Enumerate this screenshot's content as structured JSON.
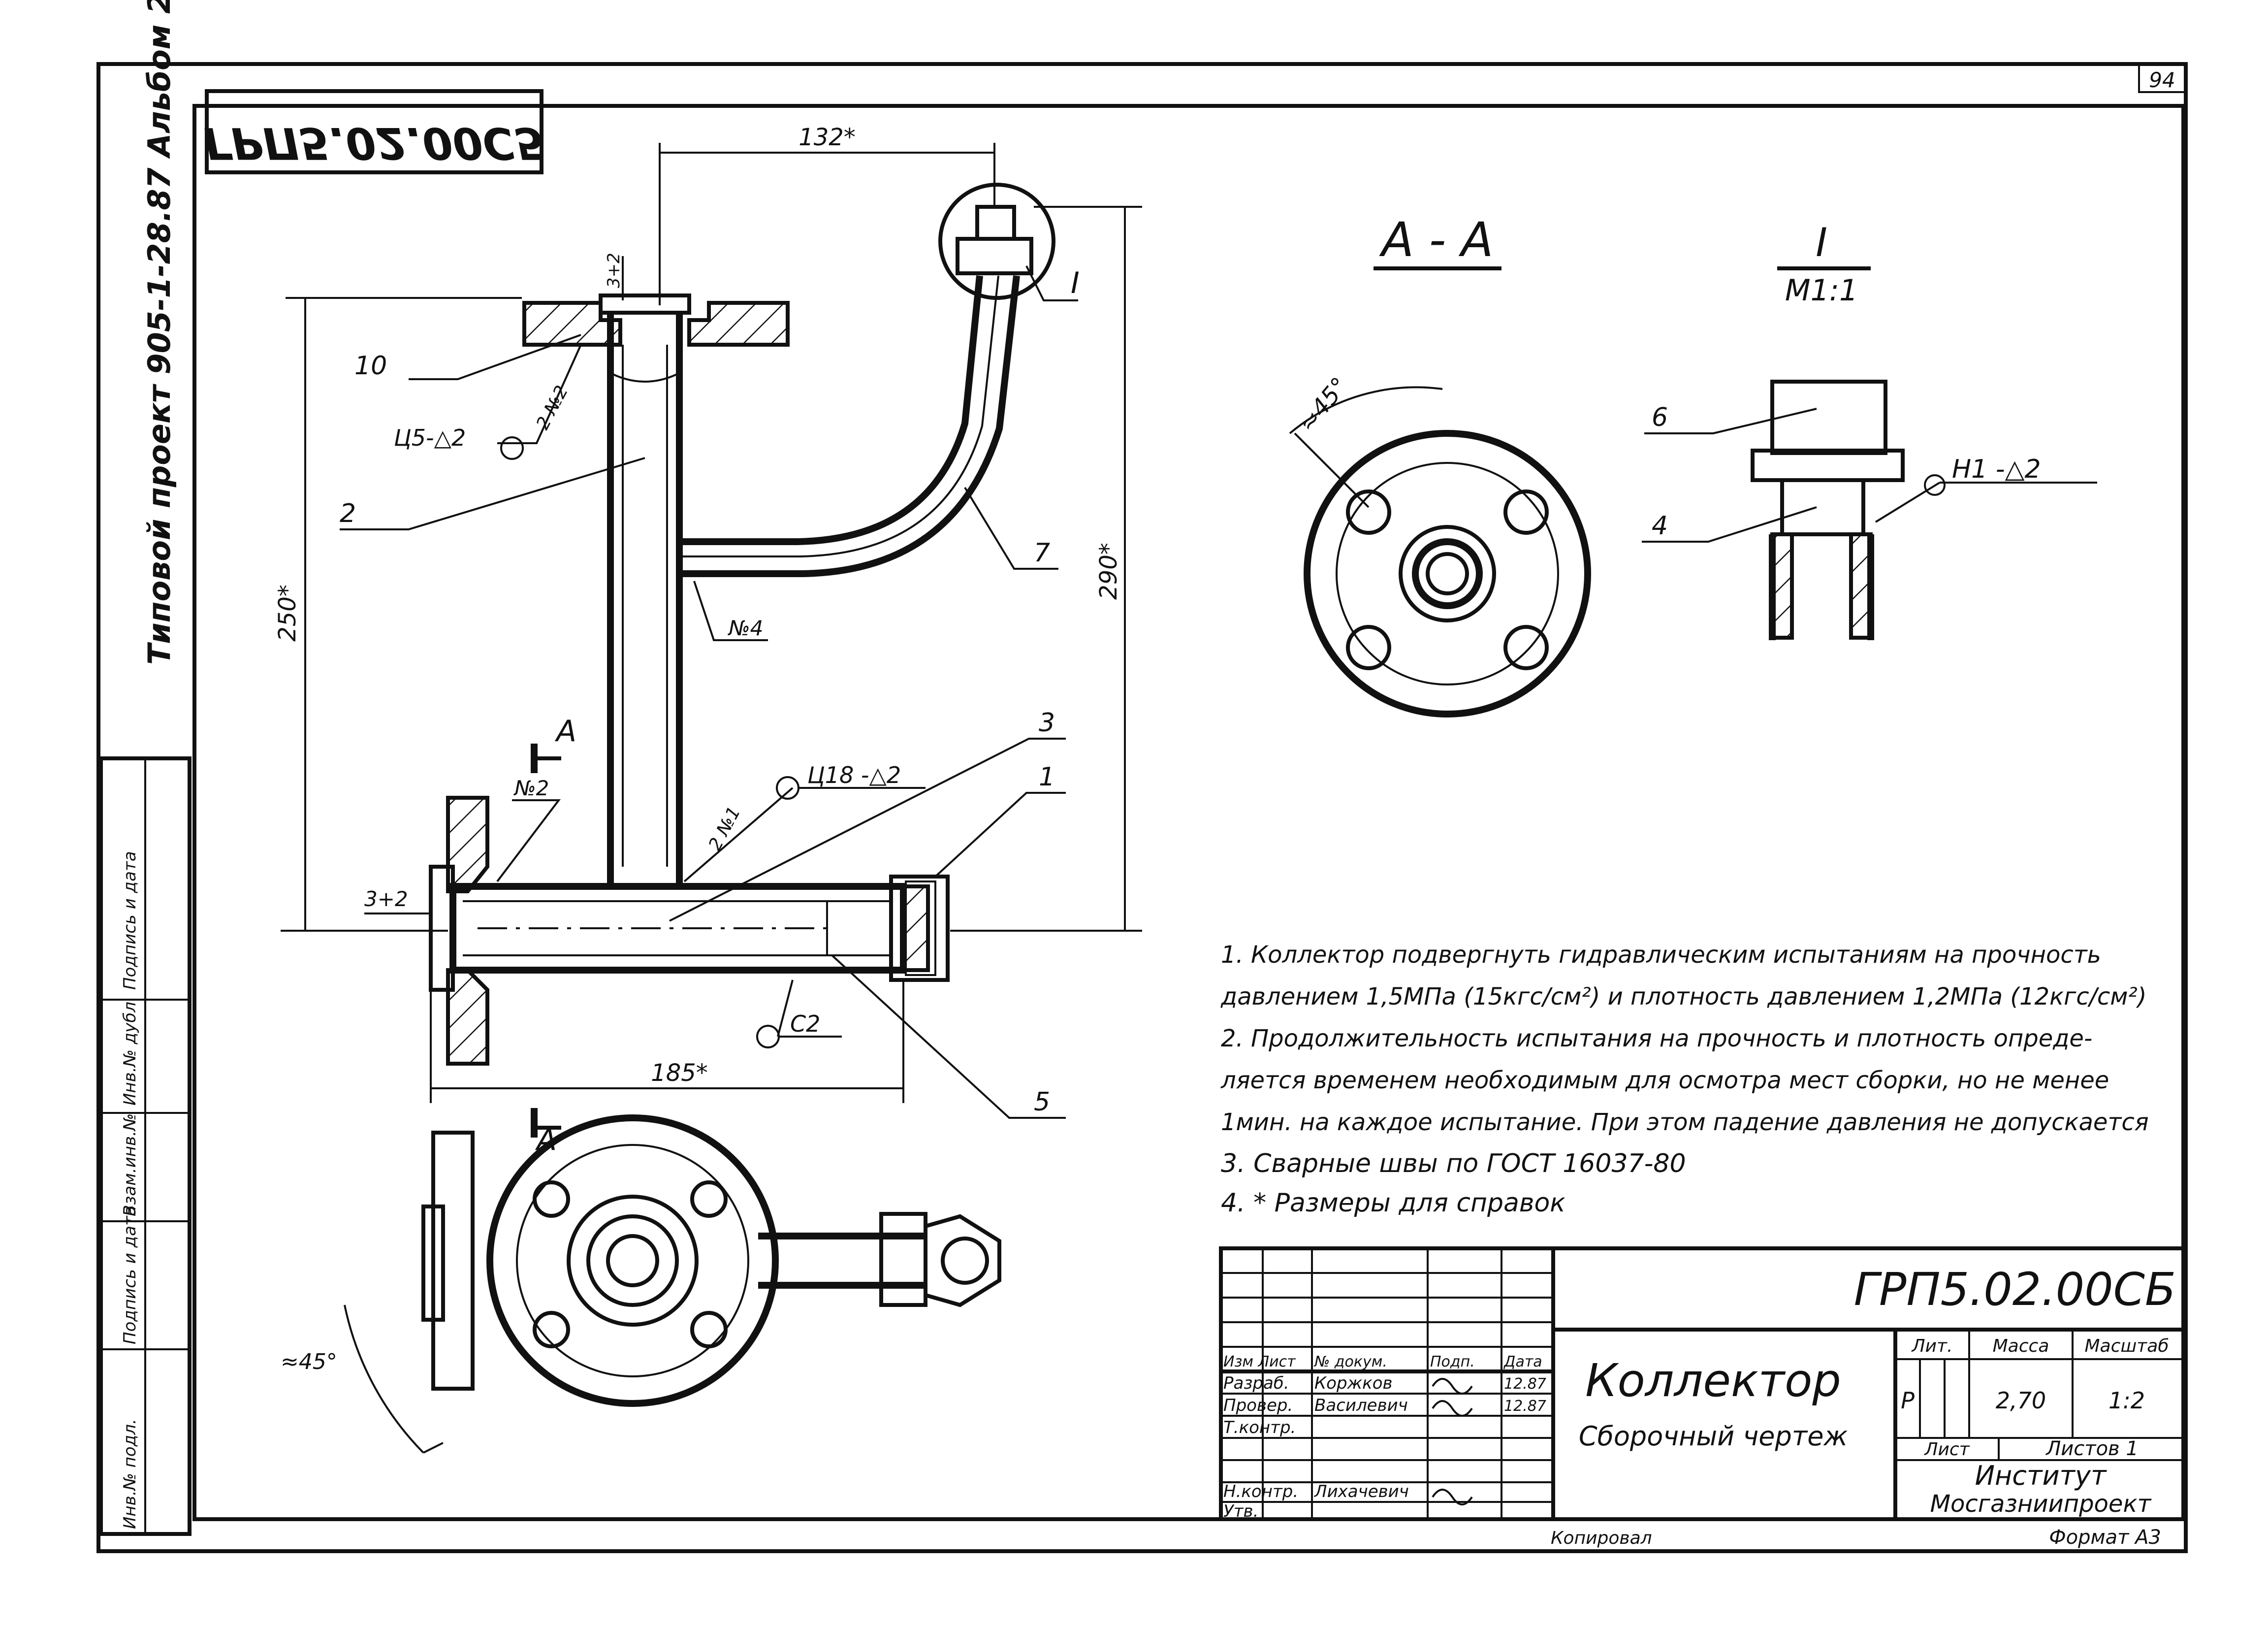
{
  "page_number": "94",
  "side_stamp": {
    "project": "Типовой проект 905-1-28.87 Альбом 2",
    "code_mirrored": "ГРП5.02.00С5"
  },
  "side_table_headers": [
    "Инв.№ подл.",
    "Подпись и дата",
    "Взам.инв.№",
    "Инв.№ дубл.",
    "Подпись и дата"
  ],
  "views": {
    "section_aa_title": "А - А",
    "detail_title": "I",
    "detail_scale": "М1:1",
    "section_cut_letter": "А"
  },
  "dimensions": {
    "top_width": "132*",
    "left_height": "250*",
    "right_height": "290*",
    "bottom_width": "185*",
    "gap_top": "3+2",
    "gap_left": "3+2",
    "angle_aa": "≈45°",
    "angle_bottom": "≈45°"
  },
  "leaders": {
    "item_10": "10",
    "item_2": "2",
    "item_7": "7",
    "item_3": "3",
    "item_1": "1",
    "item_5": "5",
    "item_6": "6",
    "item_4": "4",
    "detail_mark": "I"
  },
  "welds": {
    "w1": "Ц5-△2",
    "w1_no": "2 №2",
    "w2": "Ц18 -△2",
    "w2_no": "2 №1",
    "w3": "С2",
    "w4": "№4",
    "w5": "№2",
    "w6": "Н1 -△2"
  },
  "notes": [
    "1.  Коллектор подвергнуть гидравлическим испытаниям на прочность",
    "давлением 1,5МПа (15кгс/см²) и плотность давлением 1,2МПа (12кгс/см²)",
    "2.  Продолжительность испытания на прочность и плотность опреде-",
    "ляется временем необходимым для осмотра мест сборки, но не менее",
    "1мин. на каждое испытание. При этом падение давления не допускается",
    "3.  Сварные швы  по ГОСТ 16037-80",
    "4. *  Размеры для справок"
  ],
  "title_block": {
    "doc_code": "ГРП5.02.00СБ",
    "name": "Коллектор",
    "subname": "Сборочный  чертеж",
    "col_lit": "Лит.",
    "col_mass": "Масса",
    "col_scale": "Масштаб",
    "lit_value": "Р",
    "mass_value": "2,70",
    "scale_value": "1:2",
    "sheet": "Лист",
    "sheets": "Листов 1",
    "org_line1": "Институт",
    "org_line2": "Мосгазниипроект",
    "format": "Формат А3",
    "copied": "Копировал",
    "rows": [
      {
        "role": "Изм Лист",
        "name": "№ докум.",
        "sign": "Подп.",
        "date": "Дата"
      },
      {
        "role": "Разраб.",
        "name": "Коржков",
        "sign": "",
        "date": "12.87"
      },
      {
        "role": "Провер.",
        "name": "Василевич",
        "sign": "",
        "date": "12.87"
      },
      {
        "role": "Т.контр.",
        "name": "",
        "sign": "",
        "date": ""
      },
      {
        "role": "Н.контр.",
        "name": "Лихачевич",
        "sign": "",
        "date": ""
      },
      {
        "role": "Утв.",
        "name": "",
        "sign": "",
        "date": ""
      }
    ]
  }
}
